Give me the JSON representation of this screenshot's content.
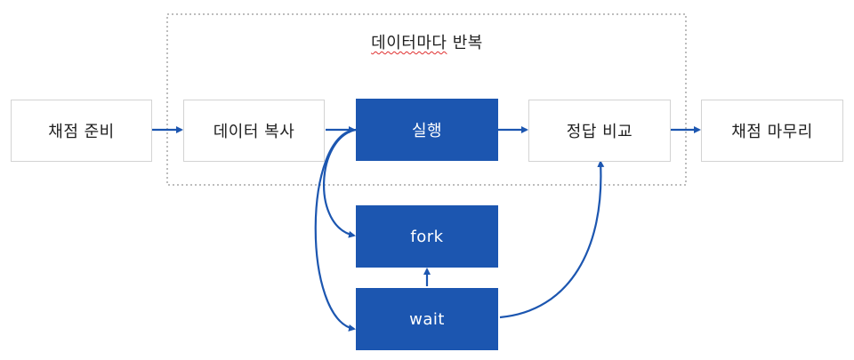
{
  "loop_title": {
    "underlined": "데이터마다",
    "rest": " 반복"
  },
  "nodes": {
    "prepare": "채점 준비",
    "copy": "데이터 복사",
    "run": "실행",
    "compare": "정답 비교",
    "finish": "채점 마무리",
    "fork": "fork",
    "wait": "wait"
  },
  "colors": {
    "accent_box": "#1c56b0",
    "arrow": "#1c56b0",
    "light_box_border": "#d3d3d3",
    "loop_border": "#bdbdbd",
    "spellcheck_underline": "#e03030"
  }
}
